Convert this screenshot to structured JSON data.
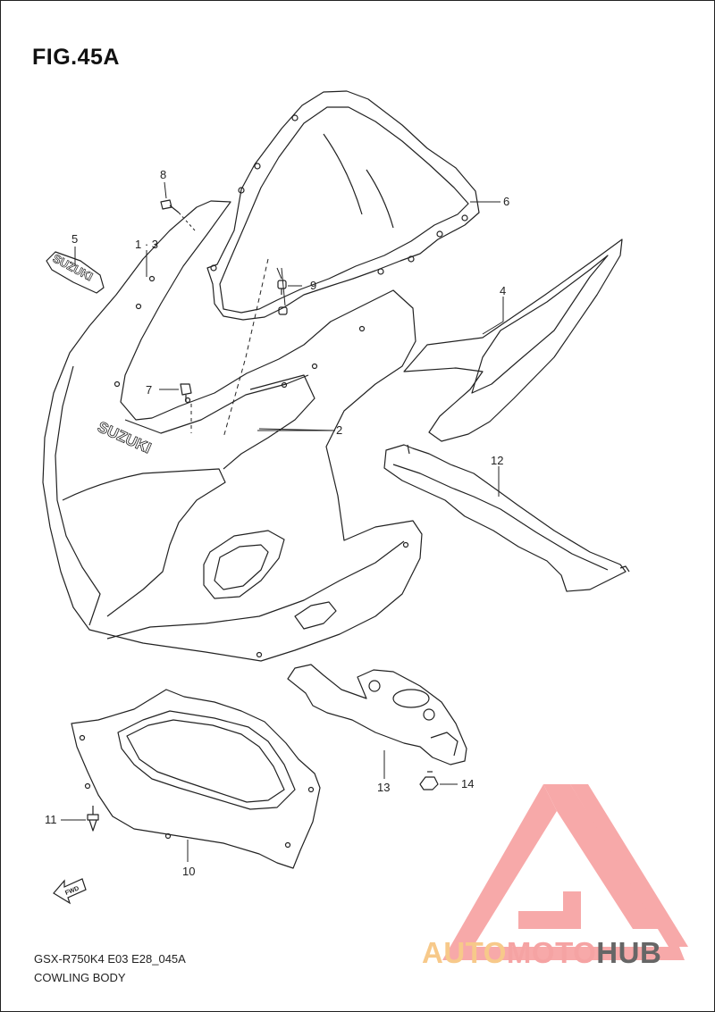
{
  "figure": {
    "title": "FIG.45A"
  },
  "footer": {
    "model_code": "GSX-R750K4  E03  E28_045A",
    "section_name": "COWLING BODY"
  },
  "parts": [
    {
      "ref": "1 · 3"
    },
    {
      "ref": "2"
    },
    {
      "ref": "4"
    },
    {
      "ref": "5"
    },
    {
      "ref": "6"
    },
    {
      "ref": "7"
    },
    {
      "ref": "8"
    },
    {
      "ref": "9"
    },
    {
      "ref": "10"
    },
    {
      "ref": "11"
    },
    {
      "ref": "12"
    },
    {
      "ref": "13"
    },
    {
      "ref": "14"
    }
  ],
  "emblems": {
    "brand_text": "SUZUKI",
    "fwd_text": "FWD"
  },
  "watermark": {
    "part1": "AUTO",
    "part2": "MOTO",
    "part3": "HUB",
    "colors": {
      "auto": "#f7c98a",
      "moto": "#f5a3a3",
      "hub": "#666666"
    }
  },
  "icons": [
    "fwd-arrow-icon",
    "automotohub-logo-icon"
  ]
}
